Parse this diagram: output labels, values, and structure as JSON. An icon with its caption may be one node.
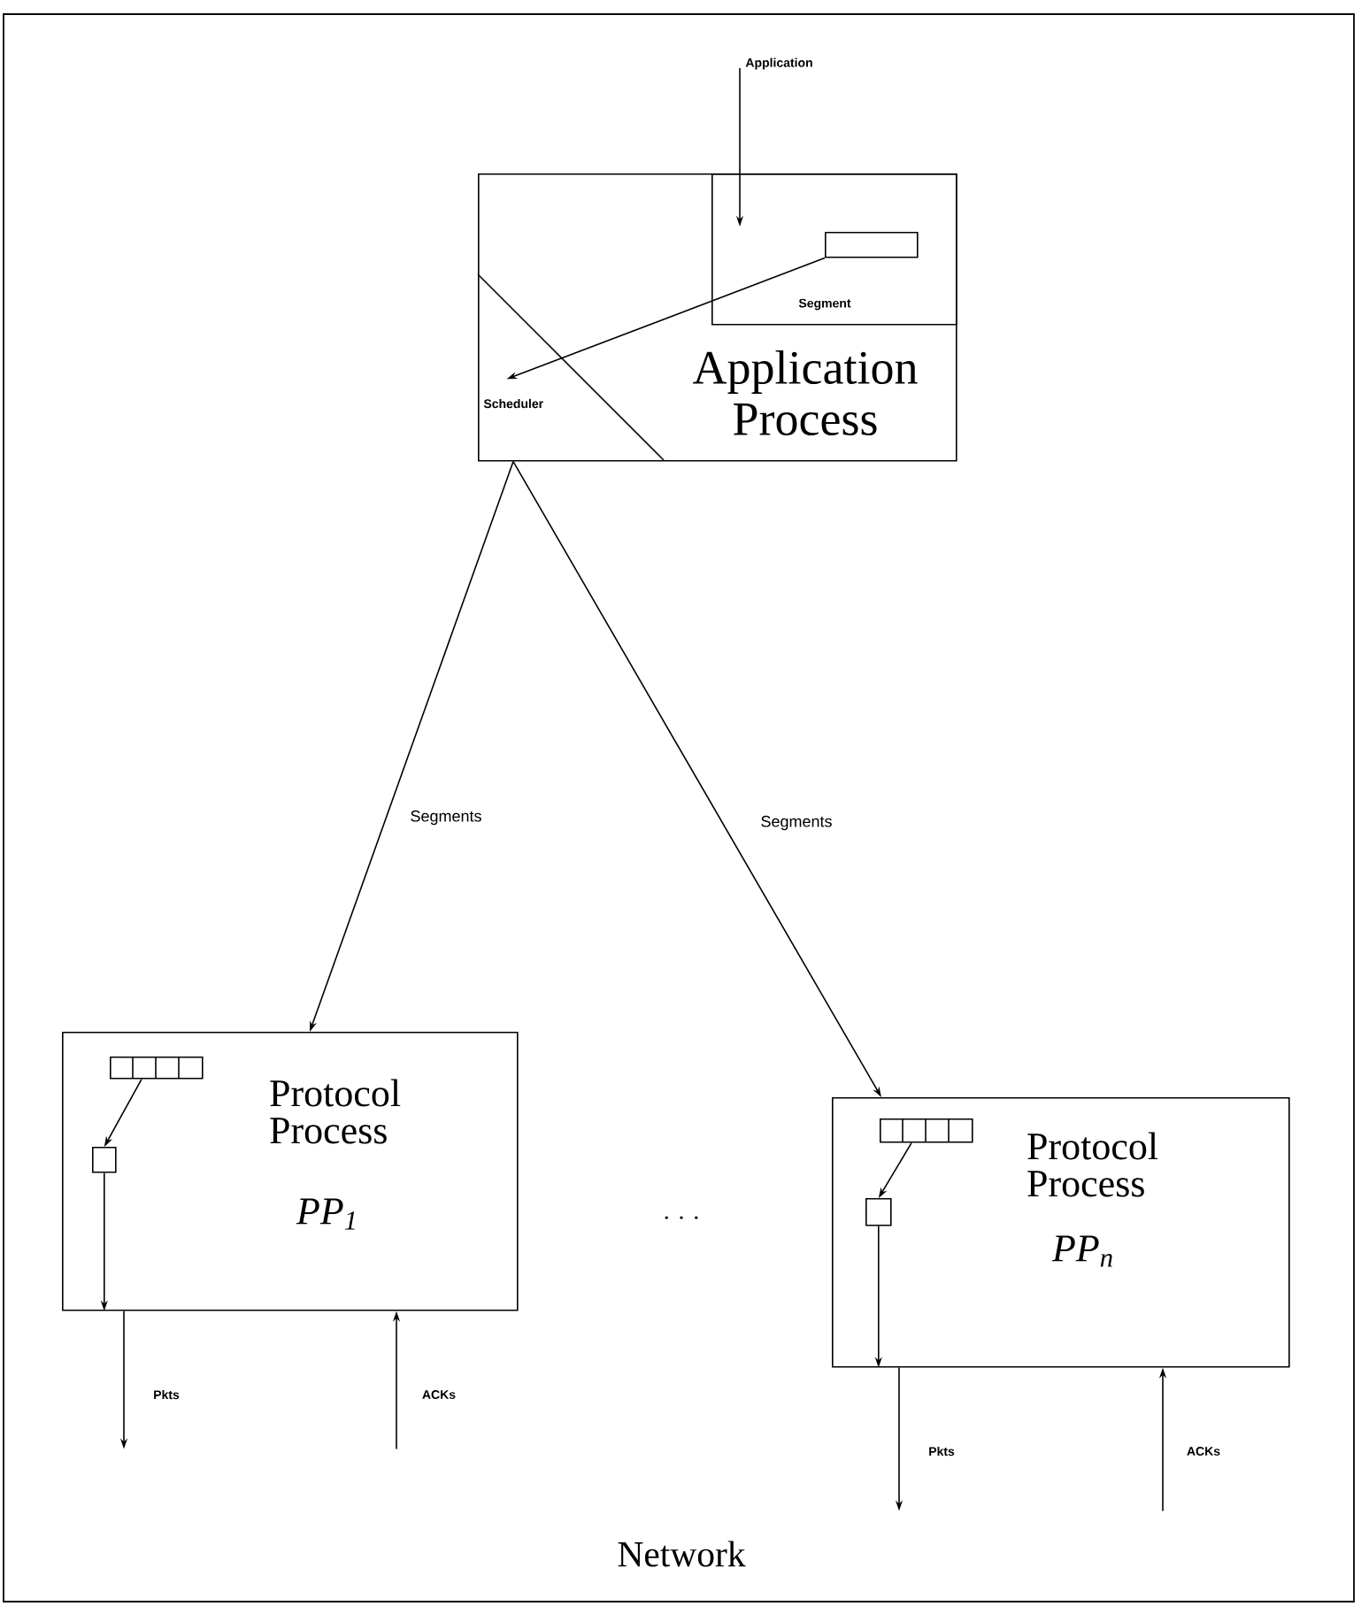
{
  "diagram": {
    "nodes": [
      {
        "text": [
          "Application Process"
        ]
      },
      {
        "text": [
          "Segment"
        ],
        "in": 0
      },
      {
        "text": [],
        "shape": "box",
        "in": 1
      },
      {
        "text": [
          "Scheduler"
        ],
        "in": 0
      },
      {
        "text": [
          "Application"
        ]
      },
      {
        "text": [
          "Protocol Process",
          "PP$_{1}$"
        ]
      },
      {
        "text": [],
        "shape": "box",
        "in": 5
      },
      {
        "text": [],
        "shape": "box",
        "in": 5
      },
      {
        "text": [
          "Protocol Process",
          "PP$_{n}$"
        ]
      },
      {
        "text": [],
        "shape": "box",
        "in": 8
      },
      {
        "text": [],
        "shape": "box",
        "in": 8
      }
    ],
    "edges": [
      {
        "from": 4,
        "to": 1,
        "arrow": "to"
      },
      {
        "from": 2,
        "to": 3,
        "arrow": "to"
      },
      {
        "from": 0,
        "to": 5,
        "arrow": "to",
        "label": "Segments"
      },
      {
        "from": 0,
        "to": 8,
        "arrow": "to",
        "label": "Segments"
      },
      {
        "from": 6,
        "to": 7,
        "arrow": "to"
      },
      {
        "from": 7,
        "to": 5,
        "arrow": "to"
      },
      {
        "from": 5,
        "to": null,
        "arrow": "to",
        "label": "Pkts"
      },
      {
        "from": null,
        "to": 5,
        "arrow": "to",
        "label": "ACKs"
      },
      {
        "from": 9,
        "to": 10,
        "arrow": "to"
      },
      {
        "from": 10,
        "to": 8,
        "arrow": "to"
      },
      {
        "from": 8,
        "to": null,
        "arrow": "to",
        "label": "Pkts"
      },
      {
        "from": null,
        "to": 8,
        "arrow": "to",
        "label": "ACKs"
      }
    ],
    "labels": [
      "· · ·",
      "Network"
    ]
  }
}
